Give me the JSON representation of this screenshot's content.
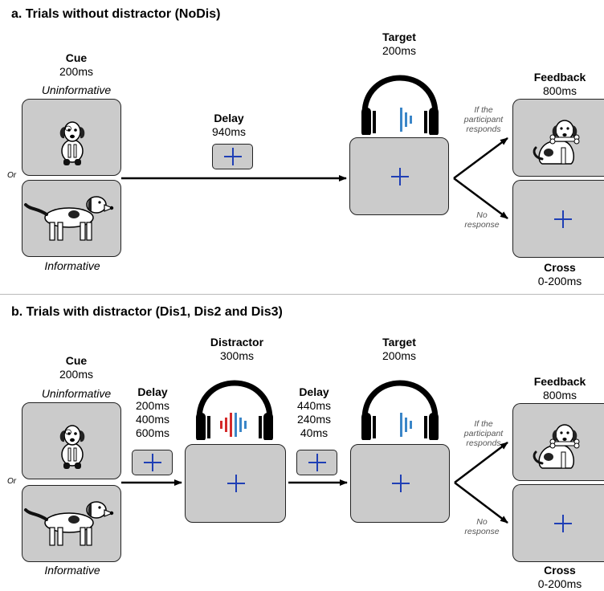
{
  "panel_a": {
    "title": "a. Trials without distractor (NoDis)",
    "cue_title": "Cue",
    "cue_time": "200ms",
    "uninformative": "Uninformative",
    "or": "Or",
    "informative": "Informative",
    "delay_title": "Delay",
    "delay_time": "940ms",
    "target_title": "Target",
    "target_time": "200ms",
    "if_responds_1": "If the",
    "if_responds_2": "participant",
    "if_responds_3": "responds",
    "no_response_1": "No",
    "no_response_2": "response",
    "feedback_title": "Feedback",
    "feedback_time": "800ms",
    "cross_title": "Cross",
    "cross_time": "0-200ms"
  },
  "panel_b": {
    "title": "b. Trials with distractor (Dis1, Dis2 and Dis3)",
    "cue_title": "Cue",
    "cue_time": "200ms",
    "uninformative": "Uninformative",
    "or": "Or",
    "informative": "Informative",
    "delay1_title": "Delay",
    "delay1_t1": "200ms",
    "delay1_t2": "400ms",
    "delay1_t3": "600ms",
    "distractor_title": "Distractor",
    "distractor_time": "300ms",
    "delay2_title": "Delay",
    "delay2_t1": "440ms",
    "delay2_t2": "240ms",
    "delay2_t3": "40ms",
    "target_title": "Target",
    "target_time": "200ms",
    "if_responds_1": "If the",
    "if_responds_2": "participant",
    "if_responds_3": "responds",
    "no_response_1": "No",
    "no_response_2": "response",
    "feedback_title": "Feedback",
    "feedback_time": "800ms",
    "cross_title": "Cross",
    "cross_time": "0-200ms"
  },
  "colors": {
    "screen": "#cbcbcb",
    "cross": "#1f3fb5",
    "target_sound": "#3b86c8",
    "distractor_sound": "#d42a2a"
  },
  "icons": [
    "dog-sitting-icon",
    "dog-standing-icon",
    "dog-bone-icon",
    "headphones-icon",
    "sound-wave-icon",
    "fixation-cross-icon"
  ]
}
